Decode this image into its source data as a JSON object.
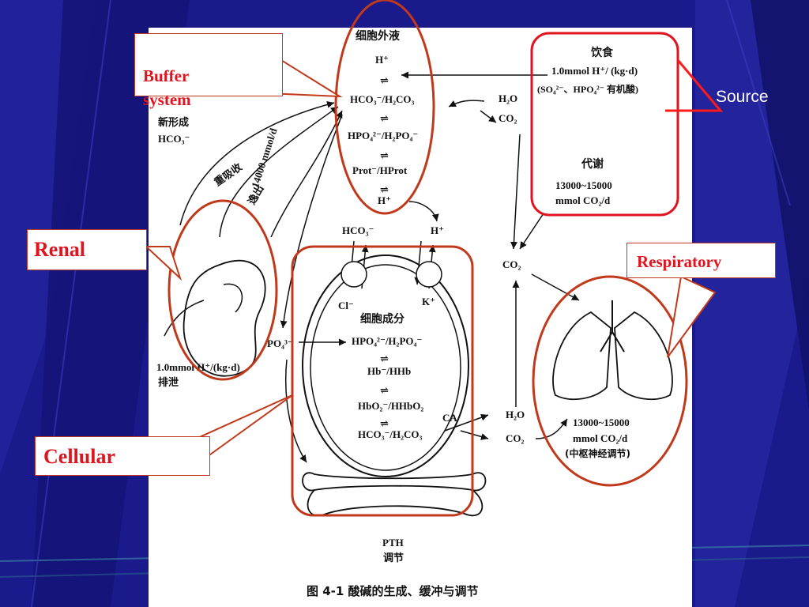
{
  "slide": {
    "callouts": {
      "buffer": "Buffer\nsystem",
      "renal": "Renal",
      "respiratory": "Respiratory",
      "cellular": "Cellular",
      "source": "Source"
    },
    "colors": {
      "background": "#1a1a8c",
      "callout_text": "#e0141e",
      "outline": "#c0391b",
      "source_line": "#ff1a1a"
    }
  },
  "figure": {
    "ecf_title": "细胞外液",
    "ecf_h": "H⁺",
    "ecf_hco3": "HCO₃⁻/H₂CO₃",
    "ecf_hpo4": "HPO₄²⁻/H₂PO₄⁻",
    "ecf_prot": "Prot⁻/HProt",
    "ecf_h_bottom": "H⁺",
    "eq_sign": "⇌",
    "diet_title": "饮食",
    "diet_rate": "1.0mmol  H⁺/ (kg·d)",
    "diet_sources": "(SO₄²⁻、HPO₄²⁻ 有机酸)",
    "metab_title": "代谢",
    "metab_rate1": "13000~15000",
    "metab_rate2": "mmol  CO₂/d",
    "h2o_top": "H₂O",
    "co2_top": "CO₂",
    "co2_mid": "CO₂",
    "new_hco3_1": "新形成",
    "new_hco3_2": "HCO₃⁻",
    "reabsorb": "重吸收",
    "escape": "逸出",
    "flow_rate": "14000  mmol/d",
    "cell_hco3": "HCO₃⁻",
    "cell_h": "H⁺",
    "cl": "Cl⁻",
    "k": "K⁺",
    "cell_title": "细胞成分",
    "po4_left": "PO₄³⁻",
    "cell_hpo4": "HPO₄²⁻/H₂PO₄⁻",
    "cell_hb": "Hb⁻/HHb",
    "cell_hbo2": "HbO₂⁻/HHbO₂",
    "cell_hco3_pair": "HCO₃⁻/H₂CO₃",
    "ca": "CA",
    "h2o_bottom": "H₂O",
    "co2_bottom": "CO₂",
    "excrete_rate": "1.0mmol  H⁺/(kg·d)",
    "excrete": "排泄",
    "lung_rate1": "13000~15000",
    "lung_rate2": "mmol   CO₂/d",
    "lung_reg": "(中枢神经调节)",
    "pth": "PTH",
    "pth_reg": "调节",
    "caption": "图 4-1     酸碱的生成、缓冲与调节"
  }
}
